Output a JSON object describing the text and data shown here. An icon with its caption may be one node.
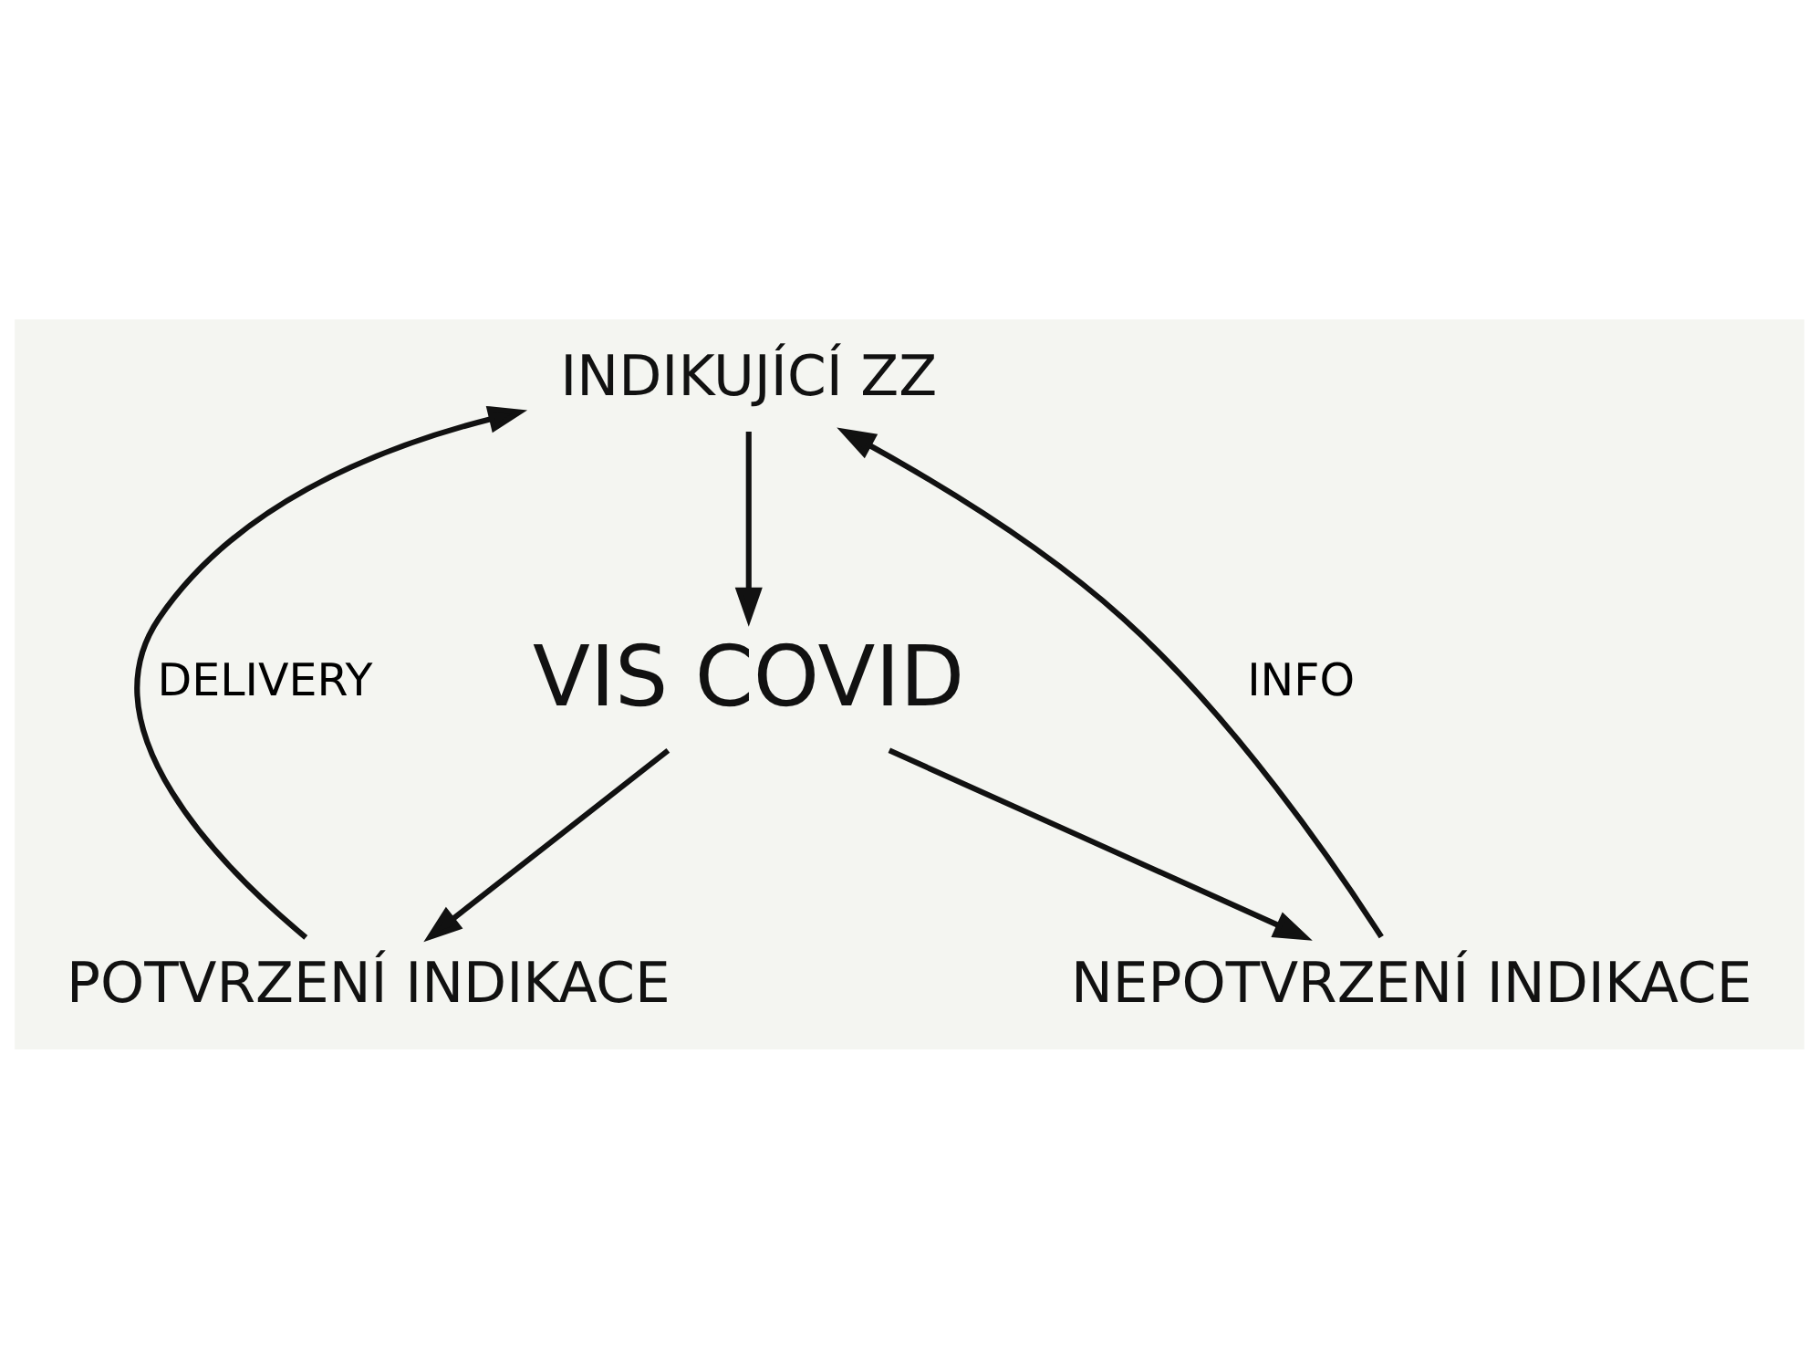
{
  "diagram": {
    "nodes": [
      {
        "text": [
          "INDIKUJÍCÍ ZZ"
        ]
      },
      {
        "text": [
          "VIS COVID"
        ]
      },
      {
        "text": [
          "POTVRZENÍ INDIKACE"
        ]
      },
      {
        "text": [
          "NEPOTVRZENÍ INDIKACE"
        ]
      }
    ],
    "edges": [
      {
        "from": 0,
        "to": 1,
        "arrow": "to"
      },
      {
        "from": 1,
        "to": 2,
        "arrow": "to"
      },
      {
        "from": 1,
        "to": 3,
        "arrow": "to"
      },
      {
        "from": 2,
        "to": 0,
        "arrow": "to",
        "label": "DELIVERY"
      },
      {
        "from": 3,
        "to": 0,
        "arrow": "to",
        "label": "INFO"
      }
    ]
  }
}
